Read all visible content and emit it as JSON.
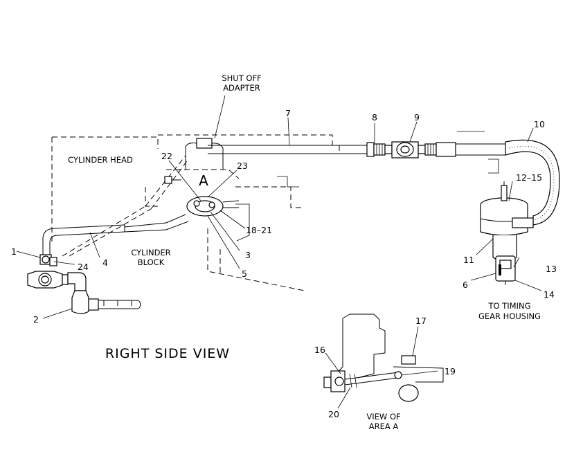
{
  "title": "RIGHT SIDE VIEW",
  "captions": {
    "shut_off_adapter_1": "SHUT OFF",
    "shut_off_adapter_2": "ADAPTER",
    "cylinder_head": "CYLINDER HEAD",
    "cylinder_block_1": "CYLINDER",
    "cylinder_block_2": "BLOCK",
    "to_timing_1": "TO TIMING",
    "to_timing_2": "GEAR HOUSING",
    "view_of_area_1": "VIEW OF",
    "view_of_area_2": "AREA A",
    "area_marker": "A"
  },
  "callouts": {
    "c1": "1",
    "c2": "2",
    "c3": "3",
    "c4": "4",
    "c5": "5",
    "c6": "6",
    "c7": "7",
    "c8": "8",
    "c9": "9",
    "c10": "10",
    "c11": "11",
    "c12_15": "12–15",
    "c13": "13",
    "c14": "14",
    "c16": "16",
    "c17": "17",
    "c18_21": "18–21",
    "c19": "19",
    "c20": "20",
    "c22": "22",
    "c23": "23",
    "c24": "24"
  }
}
